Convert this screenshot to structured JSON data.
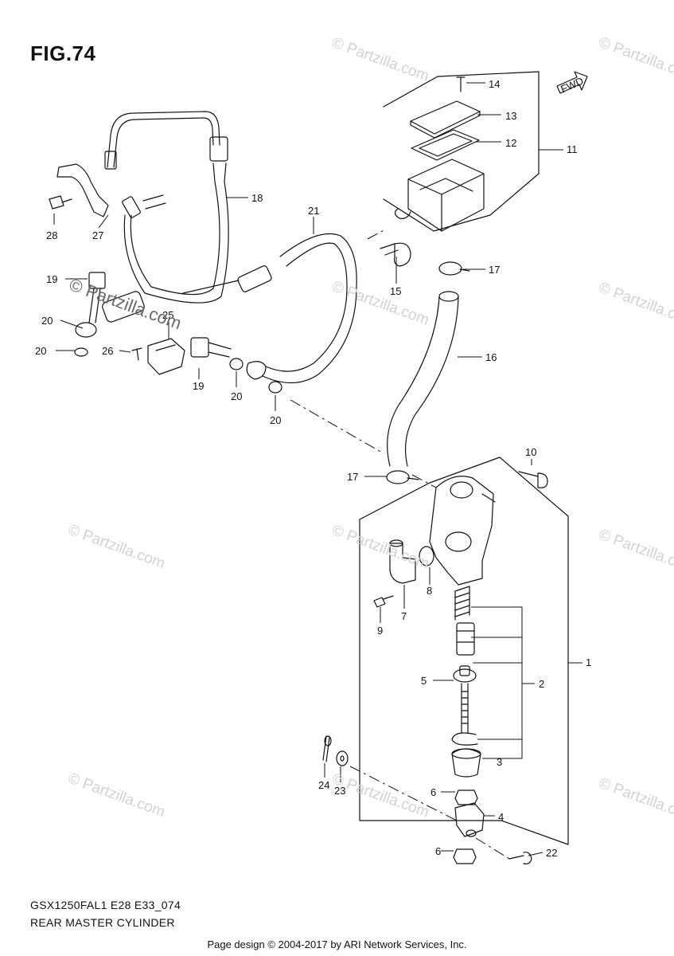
{
  "figure": {
    "title": "FIG.74",
    "model_code": "GSX1250FAL1 E28 E33_074",
    "section_name": "REAR MASTER CYLINDER",
    "credit": "Page design © 2004-2017 by ARI Network Services, Inc.",
    "direction_tag": "FWD"
  },
  "callouts": {
    "c1": "1",
    "c2": "2",
    "c3": "3",
    "c4": "4",
    "c5": "5",
    "c6a": "6",
    "c6b": "6",
    "c7": "7",
    "c8": "8",
    "c9": "9",
    "c10": "10",
    "c11": "11",
    "c12": "12",
    "c13": "13",
    "c14": "14",
    "c15": "15",
    "c16": "16",
    "c17a": "17",
    "c17b": "17",
    "c18": "18",
    "c19a": "19",
    "c19b": "19",
    "c20a": "20",
    "c20b": "20",
    "c20c": "20",
    "c20d": "20",
    "c21": "21",
    "c22": "22",
    "c23": "23",
    "c24": "24",
    "c25": "25",
    "c26": "26",
    "c27": "27",
    "c28": "28"
  },
  "watermark": {
    "text": "© Partzilla.com"
  },
  "colors": {
    "line": "#111111",
    "watermark": "#d2d2d2"
  }
}
